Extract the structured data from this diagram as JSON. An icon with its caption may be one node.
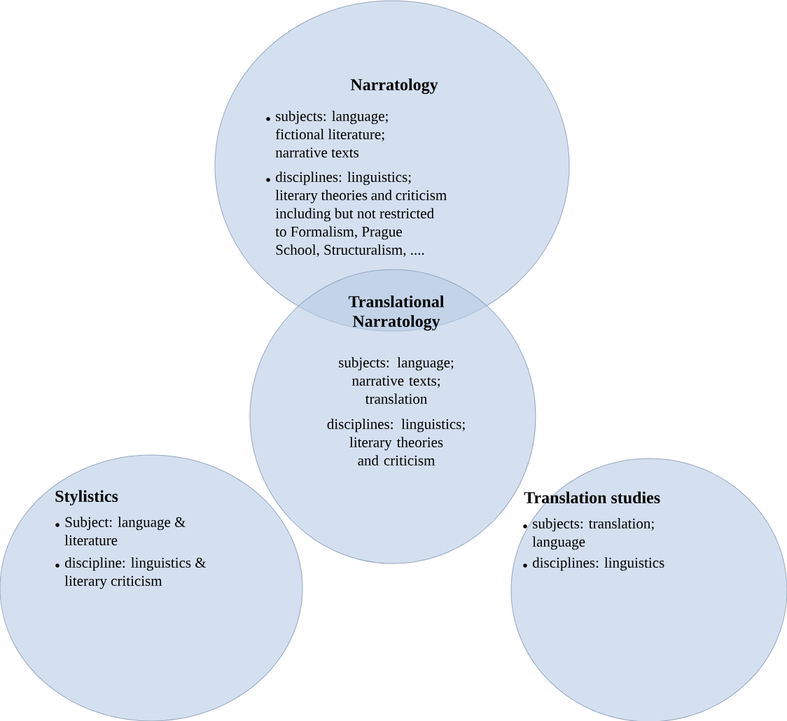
{
  "diagram": {
    "nodes": [
      {
        "text": [
          "Narratology",
          "subjects: language; fictional literature; narrative texts",
          "disciplines: linguistics; literary theories and criticism including but not restricted to Formalism, Prague School, Structuralism, ...."
        ]
      },
      {
        "text": [
          "Translational Narratology",
          "subjects: language; narrative texts; translation",
          "disciplines: linguistics; literary theories and criticism"
        ]
      },
      {
        "text": [
          "Stylistics",
          "Subject: language & literature",
          "discipline: linguistics & literary criticism"
        ]
      },
      {
        "text": [
          "Translation studies",
          "subjects: translation; language",
          "disciplines: linguistics"
        ]
      }
    ]
  }
}
